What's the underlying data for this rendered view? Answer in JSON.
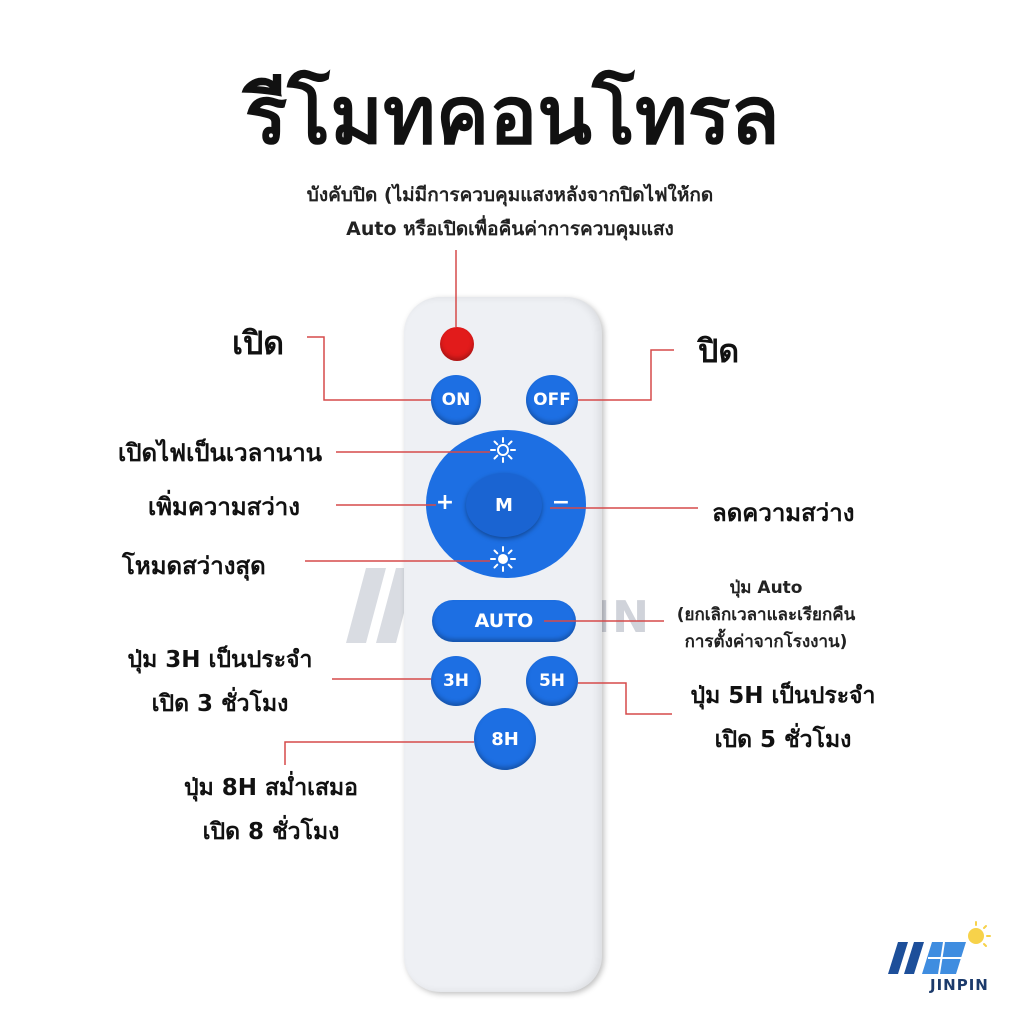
{
  "title": "รีโมทคอนโทรล",
  "top_note": {
    "line1": "บังคับปิด (ไม่มีการควบคุมแสงหลังจากปิดไฟให้กด",
    "line2": "Auto หรือเปิดเพื่อคืนค่าการควบคุมแสง"
  },
  "labels": {
    "on": "เปิด",
    "off": "ปิด",
    "long_on": "เปิดไฟเป็นเวลานาน",
    "brighter": "เพิ่มความสว่าง",
    "dimmer": "ลดความสว่าง",
    "brightest": "โหมดสว่างสุด",
    "auto_title": "ปุ่ม Auto",
    "auto_line2": "(ยกเลิกเวลาและเรียกคืน",
    "auto_line3": "การตั้งค่าจากโรงงาน)",
    "h3_line1": "ปุ่ม 3H เป็นประจำ",
    "h3_line2": "เปิด 3 ชั่วโมง",
    "h5_line1": "ปุ่ม 5H เป็นประจำ",
    "h5_line2": "เปิด 5 ชั่วโมง",
    "h8_line1": "ปุ่ม 8H สม่ำเสมอ",
    "h8_line2": "เปิด 8 ชั่วโมง"
  },
  "buttons": {
    "on": "ON",
    "off": "OFF",
    "mode": "M",
    "plus": "+",
    "minus": "−",
    "auto": "AUTO",
    "h3": "3H",
    "h5": "5H",
    "h8": "8H"
  },
  "watermark": "JINPIN",
  "logo": "JINPIN",
  "colors": {
    "button_blue": "#1d6fe3",
    "power_red": "#e21b1b",
    "leader_line": "#d64a4a",
    "remote_body": "#eef0f4"
  },
  "icons": [
    "sun-icon",
    "sun-bright-icon",
    "jinpin-logo-icon"
  ]
}
